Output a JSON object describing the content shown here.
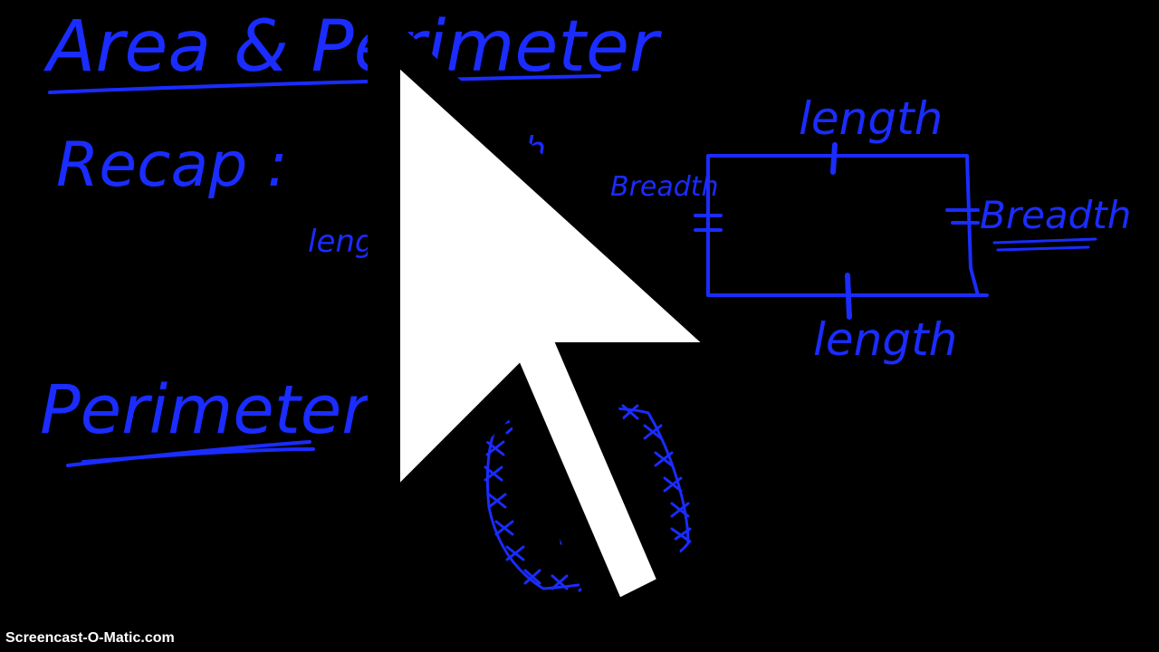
{
  "board": {
    "title": "Area & Perimeter",
    "recap_label": "Recap :",
    "square": {
      "top": "length",
      "left": "length"
    },
    "rectangle": {
      "top": "length",
      "bottom": "length",
      "left": "Breadth",
      "right": "Breadth"
    },
    "question": "Perimeter",
    "question_mark": "?"
  },
  "watermark": "Screencast-O-Matic.com",
  "colors": {
    "ink": "#1a2cff",
    "background": "#000000",
    "watermark": "#ffffff"
  }
}
